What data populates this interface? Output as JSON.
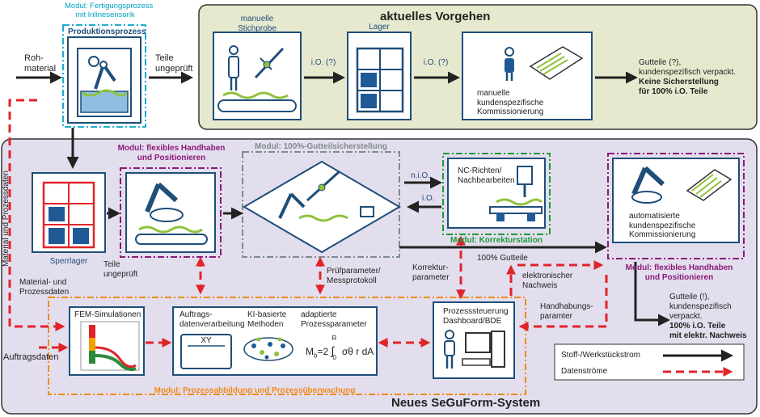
{
  "colors": {
    "top_panel_bg": "#e7e9cf",
    "bottom_panel_bg": "#e3deed",
    "box_border": "#1f4e79",
    "box_fill": "#ffffff",
    "module_cyan": "#00a0c8",
    "module_magenta": "#8a1a7a",
    "module_grey": "#7f8a8f",
    "module_green": "#1a9a3a",
    "module_orange": "#f08a1a",
    "material_flow": "#222222",
    "data_flow": "#e0242a",
    "icon_blue": "#1f5a96",
    "icon_green": "#8fc23a"
  },
  "top": {
    "title": "aktuelles Vorgehen",
    "stichprobe": "manuelle\nStichprobe",
    "lager": "Lager",
    "io1": "i.O. (?)",
    "io2": "i.O. (?)",
    "kommissionierung": "manuelle\nkundenspezifische\nKommissionierung",
    "result_line1": "Gutteile (?),",
    "result_line2": "kundenspezifisch verpackt.",
    "result_bold": "Keine Sicherstellung\nfür 100% i.O. Teile"
  },
  "left": {
    "module_label": "Modul: Fertigungsprozess\nmit Inlinesensorik",
    "box_title": "Produktionsprozess",
    "rohmaterial": "Roh-\nmaterial",
    "teile_ungeprueft": "Teile\nungeprüft",
    "material_prozessdaten_vertical": "Material und Prozessdaten",
    "auftragsdaten": "Auftragsdaten"
  },
  "bottom": {
    "title": "Neues SeGuForm-System",
    "sperrlager": "Sperrlager",
    "teile_ungeprueft2": "Teile\nungeprüft",
    "material_prozessdaten": "Material- und\nProzessdaten",
    "mod_handhaben": "Modul: flexibles Handhaben\nund Positionieren",
    "mod_gutteil": "Modul: 100%-Gutteilsicherstellung",
    "nio": "n.i.O.",
    "io": "i.O.",
    "nc_richten": "NC-Richten/\nNachbearbeiten",
    "mod_korrektur": "Modul: Korrekturstation",
    "auto_kommissionierung": "automatisierte\nkundenspezifische\nKommissionierung",
    "mod_handhaben2": "Modul: flexibles Handhaben\nund Positionieren",
    "gutteile_100": "100% Gutteile",
    "korrekturparameter": "Korrektur-\nparameter",
    "pruefparameter": "Prüfparameter/\nMessprotokoll",
    "elektronischer_nachweis": "elektronischer\nNachweis",
    "handhabungsparameter": "Handhabungs-\nparamter",
    "fem": "FEM-Simulationen",
    "auftragsdatenverarbeitung": "Auftrags-\ndatenverarbeitung",
    "ki": "KI-basierte\nMethoden",
    "adaptierte": "adaptierte\nProzessparameter",
    "formula_lhs": "M",
    "formula_sub": "b",
    "formula_eq": "=2",
    "formula_upper": "R",
    "formula_lower": "0",
    "formula_body": "σθ r  dA",
    "xy": "XY",
    "prozesssteuerung": "Prozesssteuerung\nDashboard/BDE",
    "mod_prozess": "Modul: Prozessabbildung und Prozessüberwachung",
    "result_line1": "Gutteile (!),",
    "result_line2": "kundenspezifisch\nverpackt.",
    "result_bold": "100% i.O. Teile\nmit elektr. Nachweis"
  },
  "legend": {
    "stoff": "Stoff-/Werkstückstrom",
    "daten": "Datenströme"
  }
}
